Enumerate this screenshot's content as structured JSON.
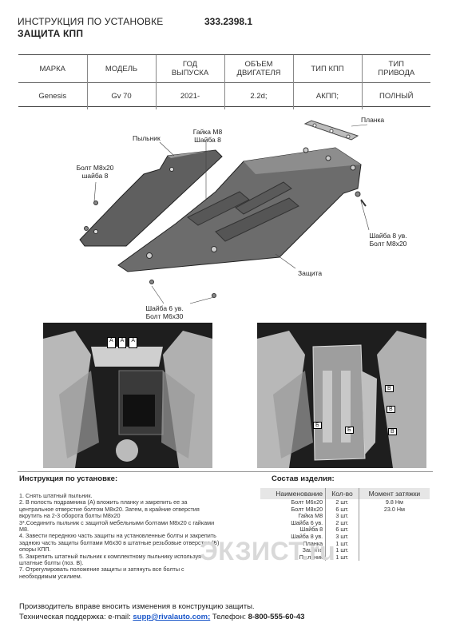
{
  "header": {
    "title_line1": "ИНСТРУКЦИЯ ПО УСТАНОВКЕ",
    "title_line2": "ЗАЩИТА КПП",
    "part_number": "333.2398.1"
  },
  "spec_table": {
    "headers": [
      {
        "l1": "МАРКА",
        "l2": ""
      },
      {
        "l1": "МОДЕЛЬ",
        "l2": ""
      },
      {
        "l1": "ГОД",
        "l2": "ВЫПУСКА"
      },
      {
        "l1": "ОБЪЕМ",
        "l2": "ДВИГАТЕЛЯ"
      },
      {
        "l1": "ТИП КПП",
        "l2": ""
      },
      {
        "l1": "ТИП",
        "l2": "ПРИВОДА"
      }
    ],
    "row": [
      "Genesis",
      "Gv 70",
      "2021-",
      "2.2d;",
      "АКПП;",
      "ПОЛНЫЙ"
    ]
  },
  "diagram": {
    "label_planka": "Планка",
    "label_pylnik": "Пыльник",
    "label_gayka_1": "Гайка М8",
    "label_gayka_2": "Шайба 8",
    "label_bolt_left_1": "Болт М8х20",
    "label_bolt_left_2": "шайба 8",
    "label_washer_right_1": "Шайба 8 ув.",
    "label_washer_right_2": "Болт М8х20",
    "label_zashchita": "Защита",
    "label_washer_bottom_1": "Шайба 6 ув.",
    "label_washer_bottom_2": "Болт М6х30",
    "callout_a": "А",
    "callout_b": "Б",
    "callout_v": "В"
  },
  "instructions": {
    "title": "Инструкция по установке:",
    "steps": [
      "1. Снять штатный пыльник.",
      "2. В полость подрамника (А) вложить планку и закрепить ее за",
      "центральное отверстие болтом М8х20. Затем, в крайние отверстия",
      "вкрутить на 2-3 оборота болты М8х20",
      "3*.Соединить пыльник с защитой мебельными болтами М8х20 с гайками",
      "М8.",
      "4. Завести переднюю часть защиты на установленные болты и закрепить",
      "заднюю часть защиты болтами М6х30 в штатные резьбовые отверстия (Б)",
      "опоры КПП.",
      "5. Закрепить штатный пыльник к комплектному пыльнику используя",
      "штатные болты (поз. В).",
      "7. Отрегулировать положение защиты и затянуть все болты с",
      "необходимым усилием."
    ]
  },
  "composition": {
    "title": "Состав изделия:",
    "headers": [
      "Наименование",
      "Кол-во",
      "Момент затяжки"
    ],
    "rows": [
      [
        "Болт М6х20",
        "2 шт.",
        "9.8 Нм"
      ],
      [
        "Болт М8х20",
        "6 шт.",
        "23.0 Нм"
      ],
      [
        "Гайка М8",
        "3 шт.",
        ""
      ],
      [
        "Шайба 6 ув.",
        "2 шт.",
        ""
      ],
      [
        "Шайба 8",
        "6 шт.",
        ""
      ],
      [
        "Шайба 8 ув.",
        "3 шт.",
        ""
      ],
      [
        "Планка",
        "1 шт.",
        ""
      ],
      [
        "Защита",
        "1 шт.",
        ""
      ],
      [
        "Пыльник",
        "1 шт.",
        ""
      ]
    ]
  },
  "footer": {
    "line1": "Производитель вправе вносить изменения в конструкцию защиты.",
    "support_label": "Техническая поддержка:  e-mail:",
    "email": "supp@rivalauto.com;",
    "phone_label": "Телефон:",
    "phone": "8-800-555-60-43"
  },
  "watermark": "ЭКЗИСТ.ru"
}
